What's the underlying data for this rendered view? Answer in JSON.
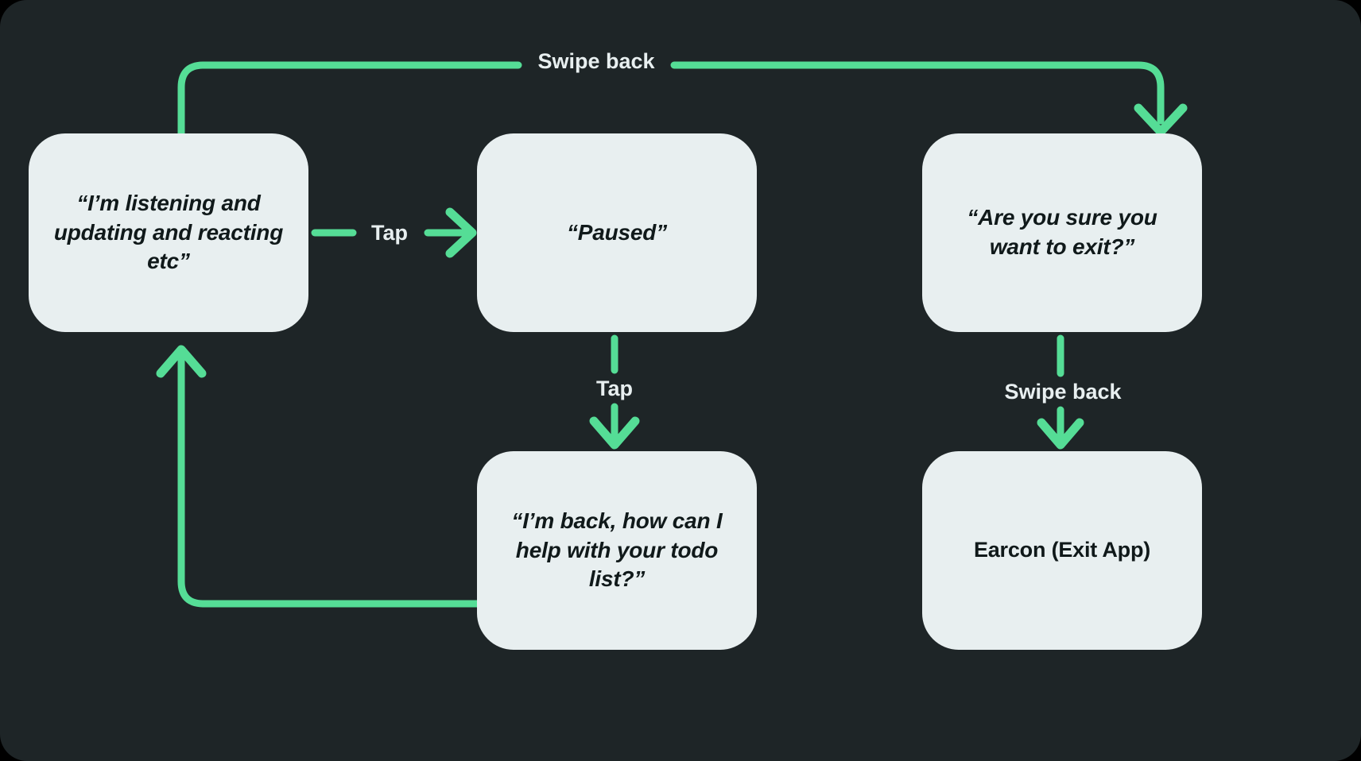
{
  "theme": {
    "background": "#1e2527",
    "node_fill": "#e8eff0",
    "node_text": "#10191a",
    "edge_color": "#55dd96",
    "edge_label_text": "#e8eff0"
  },
  "diagram": {
    "type": "flowchart",
    "nodes": [
      {
        "id": "listening",
        "label": "“I’m listening and updating and reacting etc”",
        "style": "italic"
      },
      {
        "id": "paused",
        "label": "“Paused”",
        "style": "italic"
      },
      {
        "id": "exit",
        "label": "“Are you sure you want to exit?”",
        "style": "italic"
      },
      {
        "id": "back",
        "label": "“I’m back, how can I help with your todo list?”",
        "style": "italic"
      },
      {
        "id": "earcon",
        "label": "Earcon (Exit App)",
        "style": "upright"
      }
    ],
    "edges": [
      {
        "id": "listening-to-exit",
        "from": "listening",
        "to": "exit",
        "label": "Swipe back"
      },
      {
        "id": "listening-to-paused",
        "from": "listening",
        "to": "paused",
        "label": "Tap"
      },
      {
        "id": "paused-to-back",
        "from": "paused",
        "to": "back",
        "label": "Tap"
      },
      {
        "id": "exit-to-earcon",
        "from": "exit",
        "to": "earcon",
        "label": "Swipe back"
      },
      {
        "id": "back-to-listening",
        "from": "back",
        "to": "listening",
        "label": ""
      }
    ]
  }
}
